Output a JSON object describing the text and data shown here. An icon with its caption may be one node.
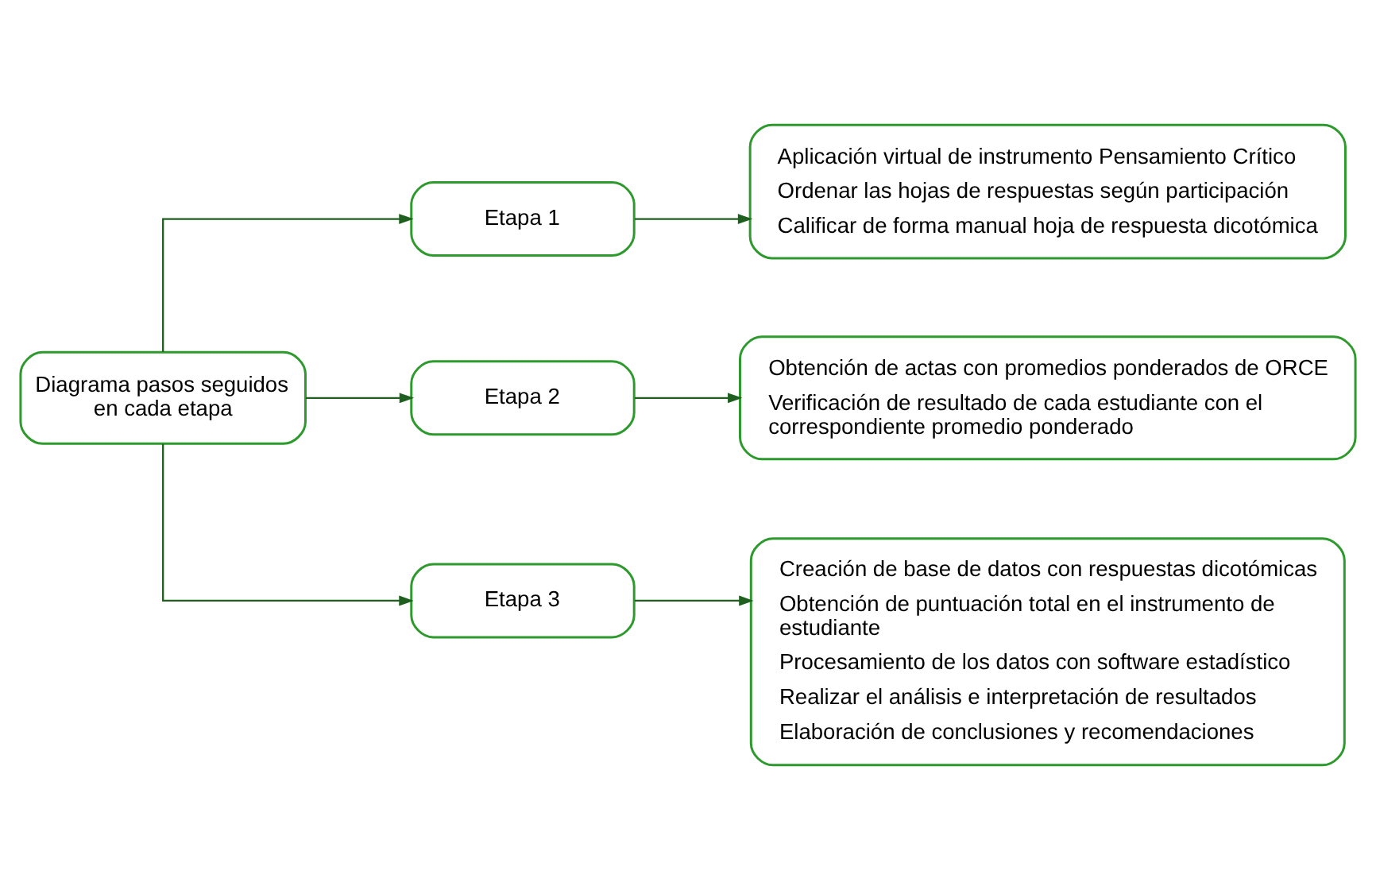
{
  "diagram": {
    "nodes": [
      {
        "text": [
          "Diagrama pasos seguidos en cada etapa"
        ]
      },
      {
        "text": [
          "Etapa 1"
        ]
      },
      {
        "text": [
          "Etapa 2"
        ]
      },
      {
        "text": [
          "Etapa 3"
        ]
      },
      {
        "text": [
          "Aplicación virtual de instrumento Pensamiento Crítico",
          "Ordenar las hojas de respuestas según participación",
          "Calificar de forma manual hoja de respuesta dicotómica"
        ]
      },
      {
        "text": [
          "Obtención de actas con promedios ponderados de ORCE",
          "Verificación de resultado de cada estudiante con el correspondiente promedio ponderado"
        ]
      },
      {
        "text": [
          "Creación de base de datos con respuestas dicotómicas",
          "Obtención de puntuación total en el instrumento de estudiante",
          "Procesamiento de los datos con software estadístico",
          "Realizar el análisis e interpretación de resultados",
          "Elaboración de conclusiones y recomendaciones"
        ]
      }
    ],
    "edges": [
      {
        "from": 0,
        "to": 1,
        "arrow": "to"
      },
      {
        "from": 0,
        "to": 2,
        "arrow": "to"
      },
      {
        "from": 0,
        "to": 3,
        "arrow": "to"
      },
      {
        "from": 1,
        "to": 4,
        "arrow": "to"
      },
      {
        "from": 2,
        "to": 5,
        "arrow": "to"
      },
      {
        "from": 3,
        "to": 6,
        "arrow": "to"
      }
    ]
  }
}
